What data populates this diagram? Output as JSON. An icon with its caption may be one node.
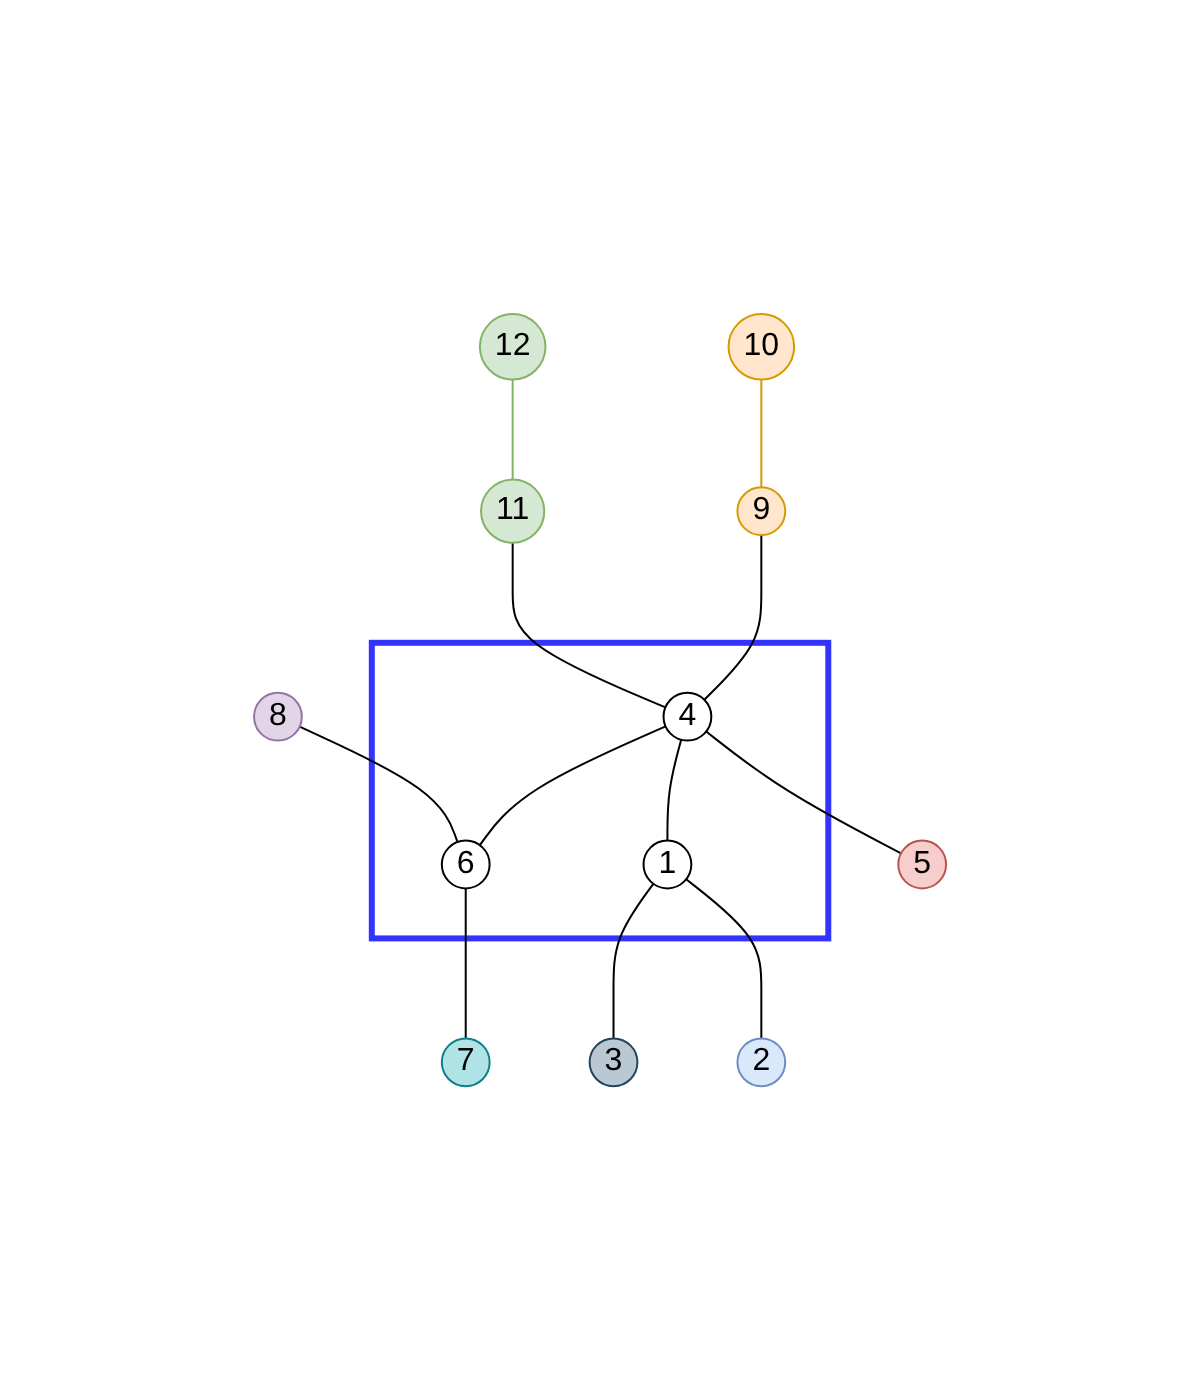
{
  "diagram": {
    "nodes": [
      {
        "text": [],
        "shape": "box"
      },
      {
        "text": [
          "12"
        ]
      },
      {
        "text": [
          "10"
        ]
      },
      {
        "text": [
          "11"
        ]
      },
      {
        "text": [
          "8"
        ]
      },
      {
        "text": [
          "9"
        ]
      },
      {
        "text": [
          "4"
        ],
        "in": 0
      },
      {
        "text": [
          "6"
        ],
        "in": 0
      },
      {
        "text": [
          "5"
        ]
      },
      {
        "text": [
          "1"
        ],
        "in": 0
      },
      {
        "text": [
          "7"
        ]
      },
      {
        "text": [
          "3"
        ]
      },
      {
        "text": [
          "2"
        ]
      }
    ],
    "edges": [
      {
        "from": 1,
        "to": 3,
        "arrow": "none",
        "color": "#82b366"
      },
      {
        "from": 2,
        "to": 5,
        "arrow": "none",
        "color": "#d79b00"
      },
      {
        "from": 3,
        "to": 6,
        "arrow": "none"
      },
      {
        "from": 5,
        "to": 6,
        "arrow": "none"
      },
      {
        "from": 4,
        "to": 7,
        "arrow": "none"
      },
      {
        "from": 6,
        "to": 7,
        "arrow": "none"
      },
      {
        "from": 6,
        "to": 8,
        "arrow": "none"
      },
      {
        "from": 6,
        "to": 9,
        "arrow": "none"
      },
      {
        "from": 7,
        "to": 10,
        "arrow": "none"
      },
      {
        "from": 9,
        "to": 11,
        "arrow": "none"
      },
      {
        "from": 9,
        "to": 12,
        "arrow": "none"
      }
    ]
  }
}
